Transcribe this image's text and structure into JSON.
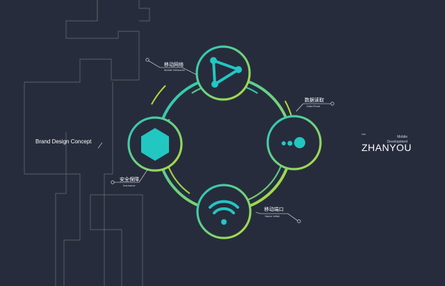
{
  "colors": {
    "background": "#272c3d",
    "accent_teal": "#22c7c2",
    "accent_green": "#b6dc3a",
    "deco_line": "#6f8a7a"
  },
  "brand_concept": "Brand Design Concept",
  "side_title": {
    "line1": "Mobile",
    "line2": "Development",
    "main": "ZHANYOU"
  },
  "nodes": {
    "top": {
      "cn": "移动网络",
      "en": "Mobile Networks",
      "icon": "play-triangle-icon"
    },
    "right": {
      "cn": "数据读取",
      "en": "Data Read",
      "icon": "dots-icon"
    },
    "bottom": {
      "cn": "移动端口",
      "en": "Name Initial",
      "icon": "wifi-icon"
    },
    "left": {
      "cn": "安全保障",
      "en": "Insurance",
      "icon": "hexagon-icon"
    }
  }
}
